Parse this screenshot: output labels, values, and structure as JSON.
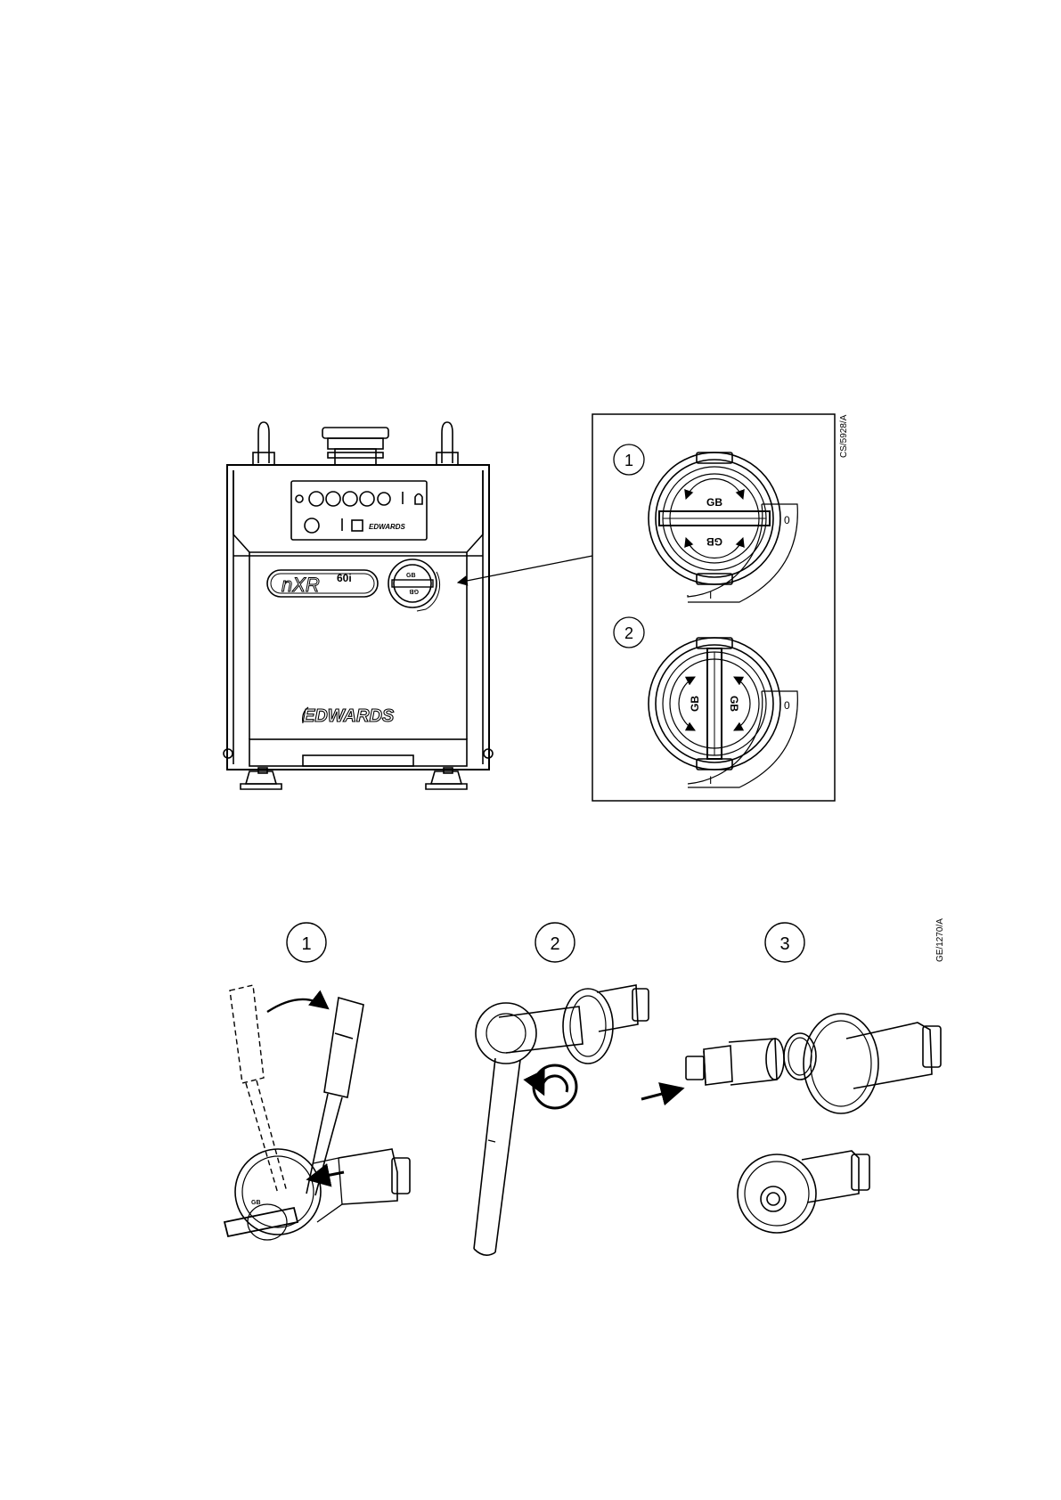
{
  "figure1": {
    "ref_code": "CS/5928/A",
    "pump_model": "nXR",
    "pump_model_suffix": "60i",
    "brand_front": "EDWARDS",
    "brand_panel": "EDWARDS",
    "cap_label": "GB",
    "pos_zero": "0",
    "pos_one": "I",
    "callouts": [
      "1",
      "2"
    ]
  },
  "figure2": {
    "ref_code": "GE/1270/A",
    "steps": [
      "1",
      "2",
      "3"
    ],
    "cap_label": "GB"
  }
}
